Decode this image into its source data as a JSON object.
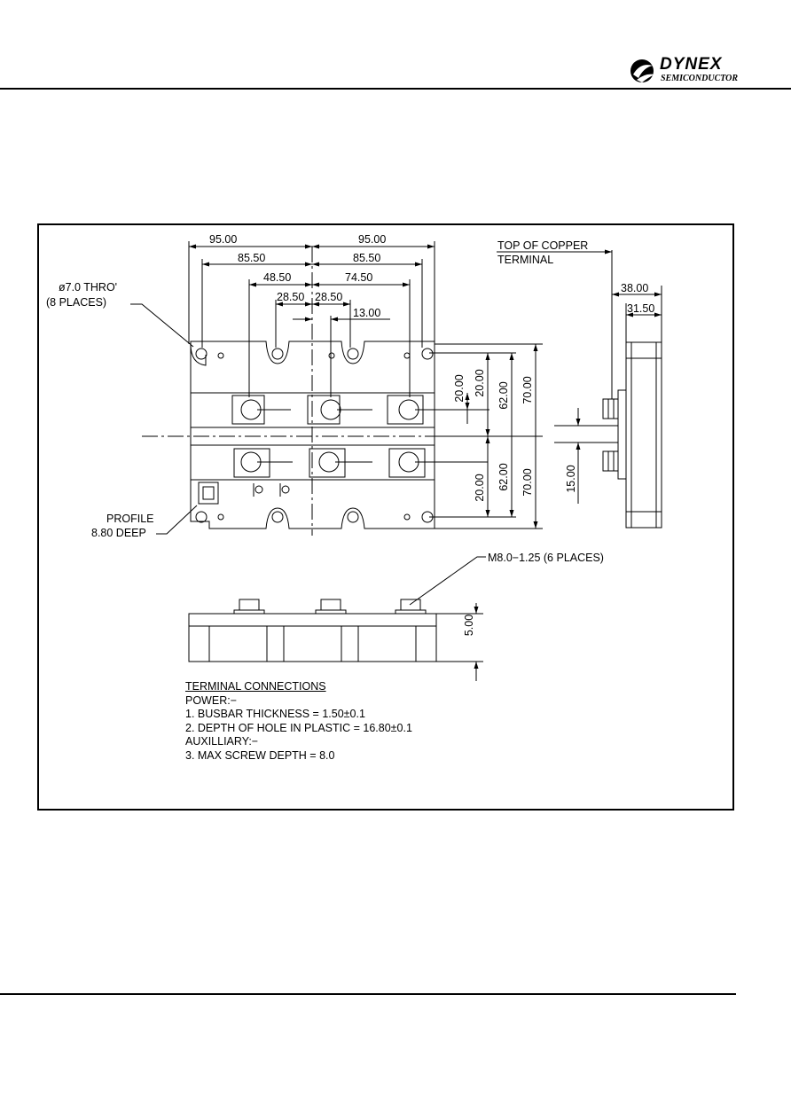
{
  "brand": {
    "name": "DYNEX",
    "subtitle": "SEMICONDUCTOR"
  },
  "top_view": {
    "hole_callout": [
      "ø7.0 THRO'",
      "(8 PLACES)"
    ],
    "profile_callout": [
      "PROFILE",
      "8.80 DEEP"
    ],
    "dims_horizontal": [
      "95.00",
      "95.00",
      "85.50",
      "85.50",
      "48.50",
      "74.50",
      "28.50",
      "28.50",
      "13.00"
    ],
    "dims_vertical": [
      "20.00",
      "20.00",
      "62.00",
      "70.00",
      "20.00",
      "62.00",
      "70.00"
    ]
  },
  "side_view": {
    "copper_callout": [
      "TOP OF COPPER",
      "TERMINAL"
    ],
    "dims": [
      "38.00",
      "31.50",
      "15.00"
    ]
  },
  "front_view": {
    "thread_callout": "M8.0−1.25 (6 PLACES)",
    "height_dim": "5.00"
  },
  "notes": {
    "title": "TERMINAL CONNECTIONS",
    "lines": [
      "POWER:−",
      "1. BUSBAR THICKNESS = 1.50±0.1",
      "2. DEPTH OF HOLE IN PLASTIC = 16.80±0.1",
      "AUXILLIARY:−",
      "3. MAX SCREW DEPTH = 8.0"
    ]
  }
}
